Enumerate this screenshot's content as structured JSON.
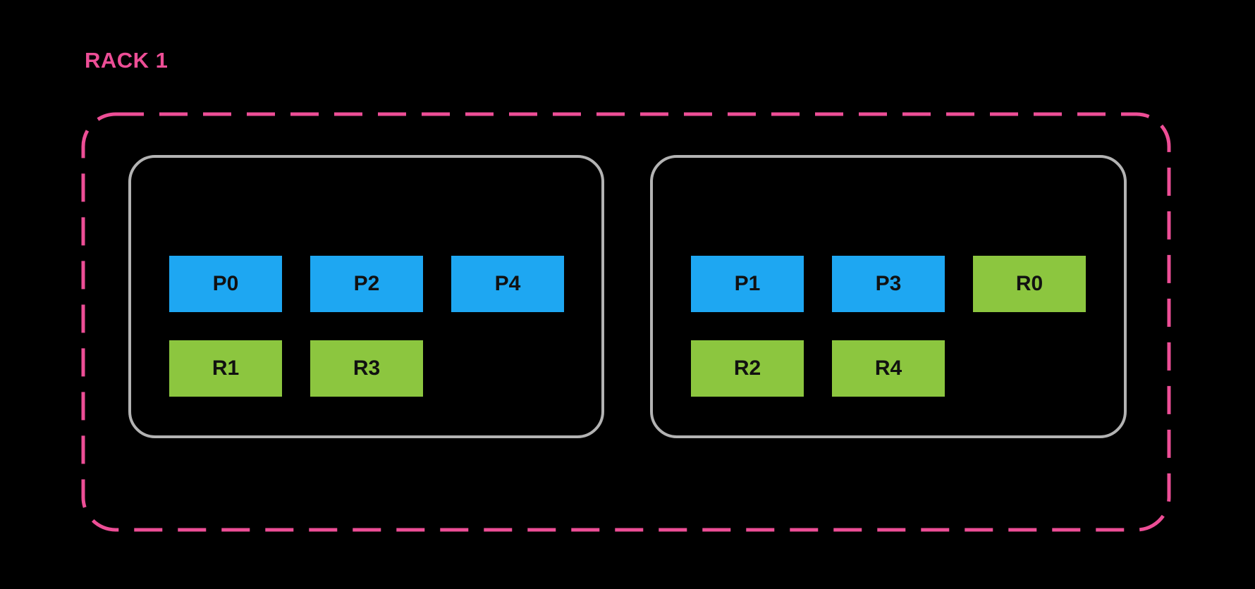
{
  "colors": {
    "background": "#000000",
    "rack_border": "#ED4E96",
    "rack_label_text": "#ED4E96",
    "node_border": "#B3B3B3",
    "primary_slot_fill": "#1EA7F2",
    "replica_slot_fill": "#8CC63F",
    "slot_text": "#111111"
  },
  "rack": {
    "label": "RACK 1",
    "nodes": [
      {
        "rows": [
          [
            {
              "label": "P0",
              "kind": "primary"
            },
            {
              "label": "P2",
              "kind": "primary"
            },
            {
              "label": "P4",
              "kind": "primary"
            }
          ],
          [
            {
              "label": "R1",
              "kind": "replica"
            },
            {
              "label": "R3",
              "kind": "replica"
            }
          ]
        ]
      },
      {
        "rows": [
          [
            {
              "label": "P1",
              "kind": "primary"
            },
            {
              "label": "P3",
              "kind": "primary"
            },
            {
              "label": "R0",
              "kind": "replica"
            }
          ],
          [
            {
              "label": "R2",
              "kind": "replica"
            },
            {
              "label": "R4",
              "kind": "replica"
            }
          ]
        ]
      }
    ]
  }
}
